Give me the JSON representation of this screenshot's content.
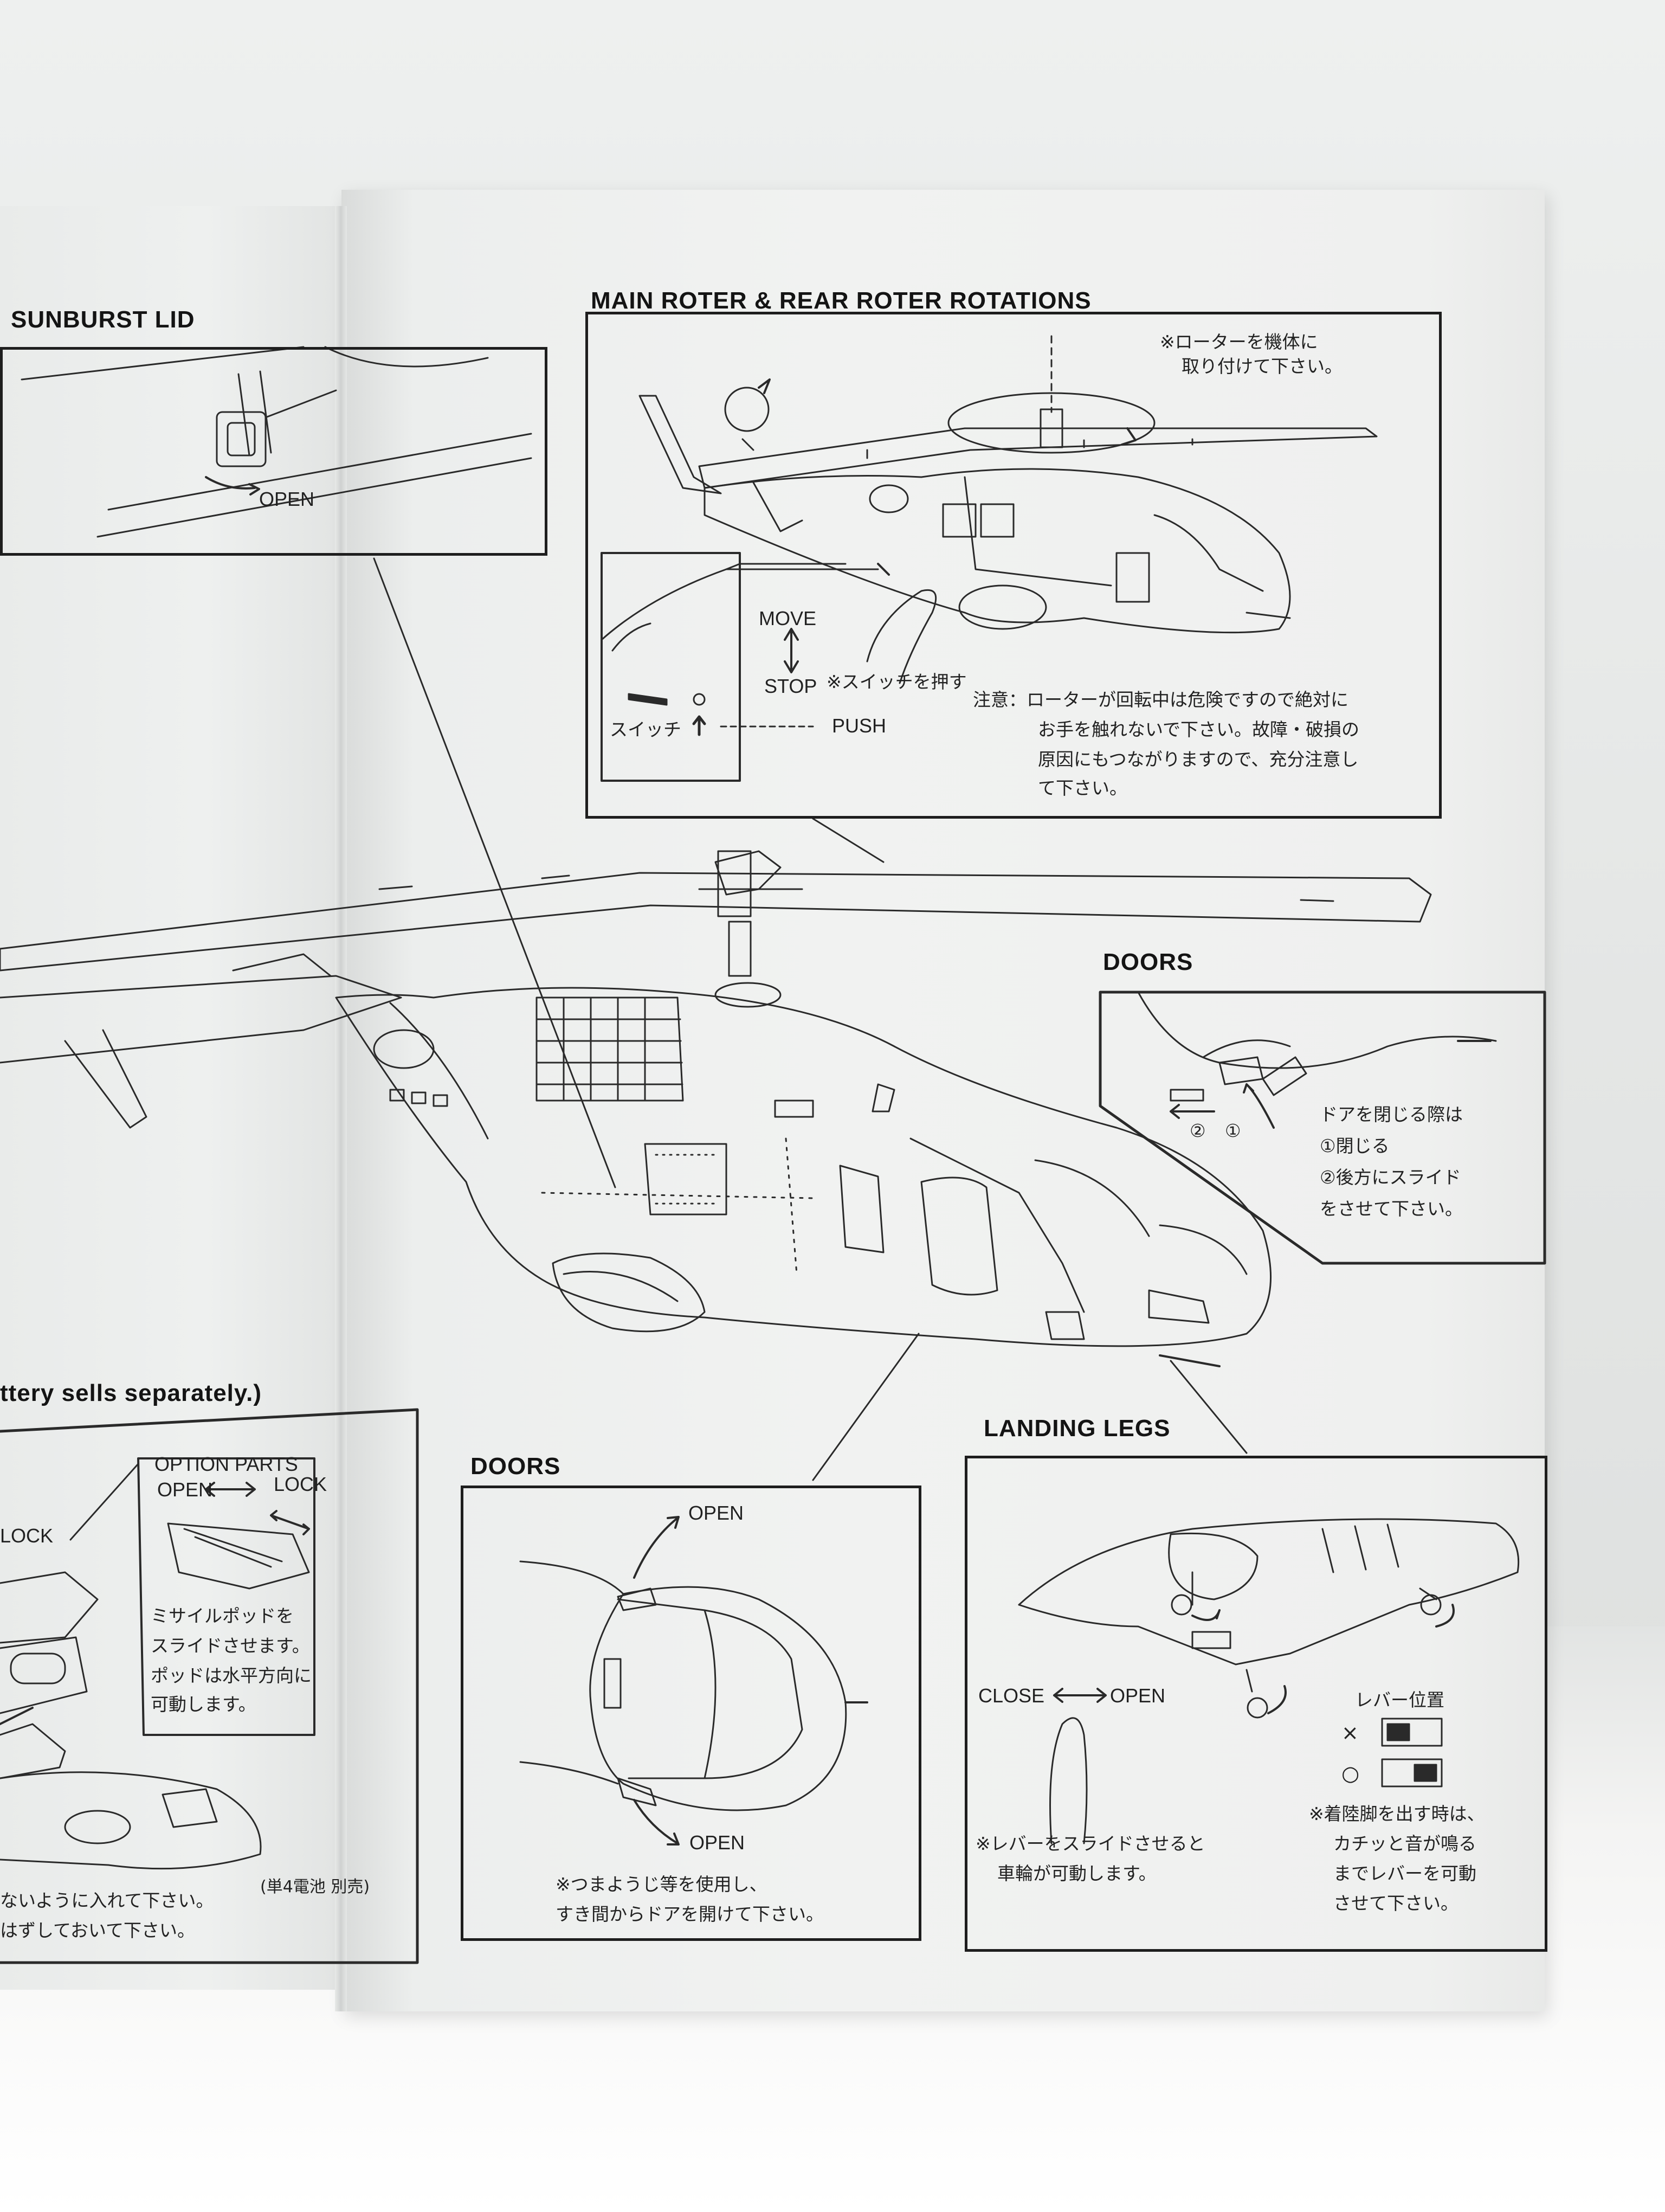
{
  "panels": {
    "sunburst": {
      "title": "SUNBURST LID",
      "open_label": "OPEN"
    },
    "rotor": {
      "title": "MAIN ROTER & REAR ROTER ROTATIONS",
      "attach_note": [
        "※ローターを機体に",
        "取り付けて下さい。"
      ],
      "move_label": "MOVE",
      "stop_label": "STOP",
      "switch_press": "※スイッチを押す",
      "switch_label": "スイッチ",
      "push_label": "PUSH",
      "caution": [
        "注意：ローターが回転中は危険ですので絶対に",
        "お手を触れないで下さい。故障・破損の",
        "原因にもつながりますので、充分注意し",
        "て下さい。"
      ]
    },
    "doors_upper": {
      "title": "DOORS",
      "step_marks": [
        "②",
        "①"
      ],
      "instructions": [
        "ドアを閉じる際は",
        "①閉じる",
        "②後方にスライド",
        "をさせて下さい。"
      ]
    },
    "battery": {
      "title_fragment": "ttery sells separately.)",
      "option_parts": "OPTION PARTS",
      "open_label": "OPEN",
      "lock_label": "LOCK",
      "lock_left": "LOCK",
      "missile_note": [
        "ミサイルポッドを",
        "スライドさせます。",
        "ポッドは水平方向に",
        "可動します。"
      ],
      "bottom_line1": "ないように入れて下さい。",
      "bottom_note": "(単4電池 別売)",
      "bottom_line2": "はずしておいて下さい。"
    },
    "doors_lower": {
      "title": "DOORS",
      "open_top": "OPEN",
      "open_bottom": "OPEN",
      "note": [
        "※つまようじ等を使用し、",
        "すき間からドアを開けて下さい。"
      ]
    },
    "landing": {
      "title": "LANDING LEGS",
      "close_label": "CLOSE",
      "open_label": "OPEN",
      "lever_title": "レバー位置",
      "lever_marks": [
        "×",
        "○"
      ],
      "slide_note": [
        "※レバーをスライドさせると",
        "車輪が可動します。"
      ],
      "deploy_note": [
        "※着陸脚を出す時は、",
        "カチッと音が鳴る",
        "までレバーを可動",
        "させて下さい。"
      ]
    }
  }
}
